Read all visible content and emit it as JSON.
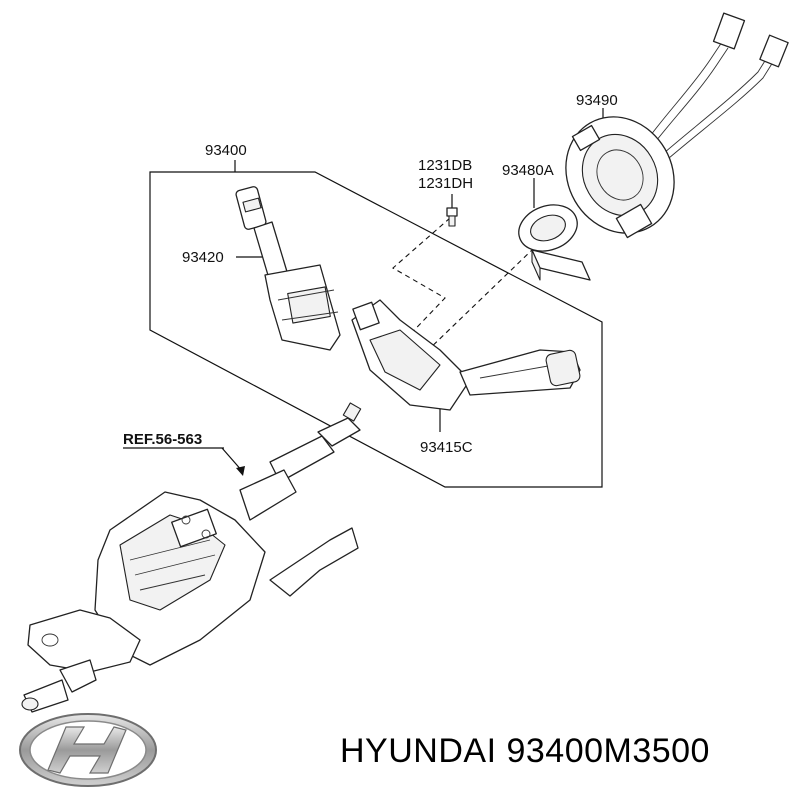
{
  "labels": {
    "assembly": "93400",
    "multifunction_switch": "93420",
    "bolt_line1": "1231DB",
    "bolt_line2": "1231DH",
    "clock_spring": "93490",
    "cover": "93480A",
    "wiper_switch": "93415C",
    "reference": "REF.56-563"
  },
  "footer": {
    "part_text": "HYUNDAI 93400M3500",
    "logo_icon": "hyundai-logo-icon"
  }
}
